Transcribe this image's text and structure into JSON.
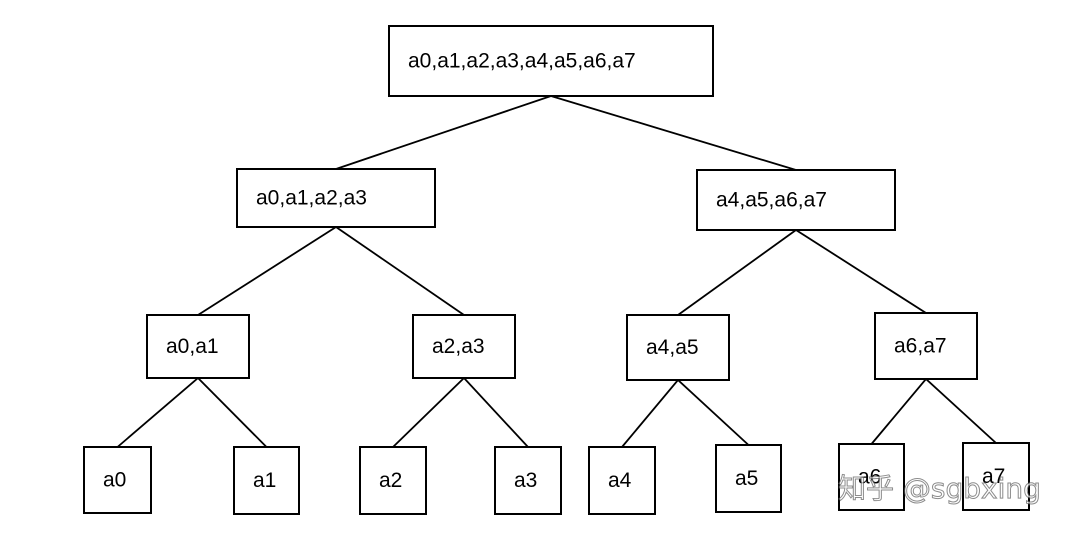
{
  "diagram": {
    "type": "binary-tree",
    "nodes": [
      {
        "id": "root",
        "label": "a0,a1,a2,a3,a4,a5,a6,a7",
        "parent": null
      },
      {
        "id": "l",
        "label": "a0,a1,a2,a3",
        "parent": "root"
      },
      {
        "id": "r",
        "label": "a4,a5,a6,a7",
        "parent": "root"
      },
      {
        "id": "ll",
        "label": "a0,a1",
        "parent": "l"
      },
      {
        "id": "lr",
        "label": "a2,a3",
        "parent": "l"
      },
      {
        "id": "rl",
        "label": "a4,a5",
        "parent": "r"
      },
      {
        "id": "rr",
        "label": "a6,a7",
        "parent": "r"
      },
      {
        "id": "a0",
        "label": "a0",
        "parent": "ll"
      },
      {
        "id": "a1",
        "label": "a1",
        "parent": "ll"
      },
      {
        "id": "a2",
        "label": "a2",
        "parent": "lr"
      },
      {
        "id": "a3",
        "label": "a3",
        "parent": "lr"
      },
      {
        "id": "a4",
        "label": "a4",
        "parent": "rl"
      },
      {
        "id": "a5",
        "label": "a5",
        "parent": "rl"
      },
      {
        "id": "a6",
        "label": "a6",
        "parent": "rr"
      },
      {
        "id": "a7",
        "label": "a7",
        "parent": "rr"
      }
    ],
    "colors": {
      "stroke": "#000000",
      "fill": "#ffffff",
      "text": "#000000"
    }
  },
  "watermark": {
    "text": "知乎 @sgbxing"
  }
}
